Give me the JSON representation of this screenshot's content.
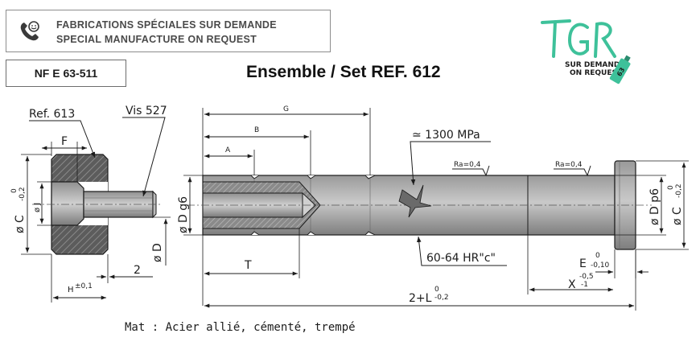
{
  "header": {
    "line_fr": "FABRICATIONS SPÉCIALES SUR DEMANDE",
    "line_en": "SPECIAL MANUFACTURE ON REQUEST"
  },
  "standard": "NF E 63-511",
  "title": "Ensemble / Set REF. 612",
  "logo": {
    "mark": "TGR",
    "line1": "SUR DEMANDE",
    "line2": "ON REQUEST",
    "badge": "63",
    "color": "#3ec19a"
  },
  "drawing": {
    "ref_nut": "Ref. 613",
    "ref_screw": "Vis 527",
    "dim_F": "F",
    "dim_phiC": "ø C",
    "tol_phiC_top": "0",
    "tol_phiC_bot": "-0,2",
    "dim_phiJ": "ø J",
    "dim_phiD_nut": "ø D",
    "dim_2": "2",
    "dim_H": "H",
    "tol_H": "±0,1",
    "dim_G": "G",
    "dim_B": "B",
    "dim_A": "A",
    "dim_phiD_g6": "ø D g6",
    "dim_T": "T",
    "hardness_core": "≃ 1300 MPa",
    "roughness_1": "Ra=0,4",
    "roughness_2": "Ra=0,4",
    "hardness_surface": "60-64 HR\"c\"",
    "dim_E": "E",
    "tol_E_top": "0",
    "tol_E_bot": "-0,10",
    "dim_X": "X",
    "tol_X_top": "-0,5",
    "tol_X_bot": "-1",
    "dim_L_prefix": "2+L",
    "tol_L_top": "0",
    "tol_L_bot": "-0,2",
    "dim_phiD_p6": "ø D p6",
    "dim_phiC_right": "ø C",
    "tol_phiC_right_top": "0",
    "tol_phiC_right_bot": "-0,2"
  },
  "material": "Mat : Acier allié, cémenté, trempé"
}
